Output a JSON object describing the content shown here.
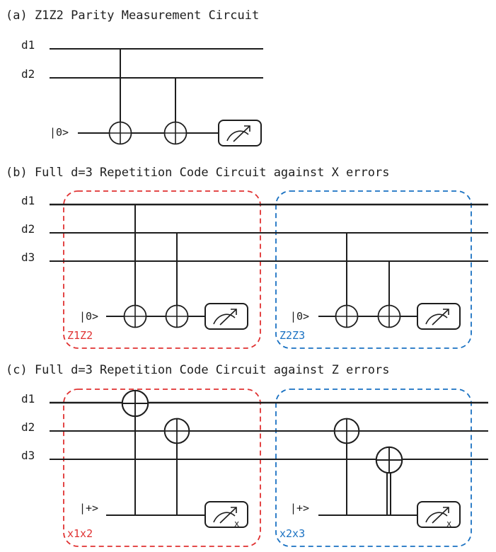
{
  "colors": {
    "stroke": "#1e1e1e",
    "red_box": "#e03131",
    "blue_box": "#1971c2",
    "background": "#ffffff"
  },
  "panel_a": {
    "title": "(a) Z1Z2 Parity Measurement Circuit",
    "wires": [
      "d1",
      "d2"
    ],
    "ancilla": "|0>"
  },
  "panel_b": {
    "title": "(b) Full d=3 Repetition Code Circuit against X errors",
    "wires": [
      "d1",
      "d2",
      "d3"
    ],
    "group1": {
      "ancilla": "|0>",
      "label": "Z1Z2"
    },
    "group2": {
      "ancilla": "|0>",
      "label": "Z2Z3"
    }
  },
  "panel_c": {
    "title": "(c) Full d=3 Repetition Code Circuit against Z errors",
    "wires": [
      "d1",
      "d2",
      "d3"
    ],
    "group1": {
      "ancilla": "|+>",
      "label": "x1x2",
      "meter_mark": "x"
    },
    "group2": {
      "ancilla": "|+>",
      "label": "x2x3",
      "meter_mark": "x"
    }
  },
  "icons": [
    "cnot-target-icon",
    "measurement-meter-icon"
  ]
}
